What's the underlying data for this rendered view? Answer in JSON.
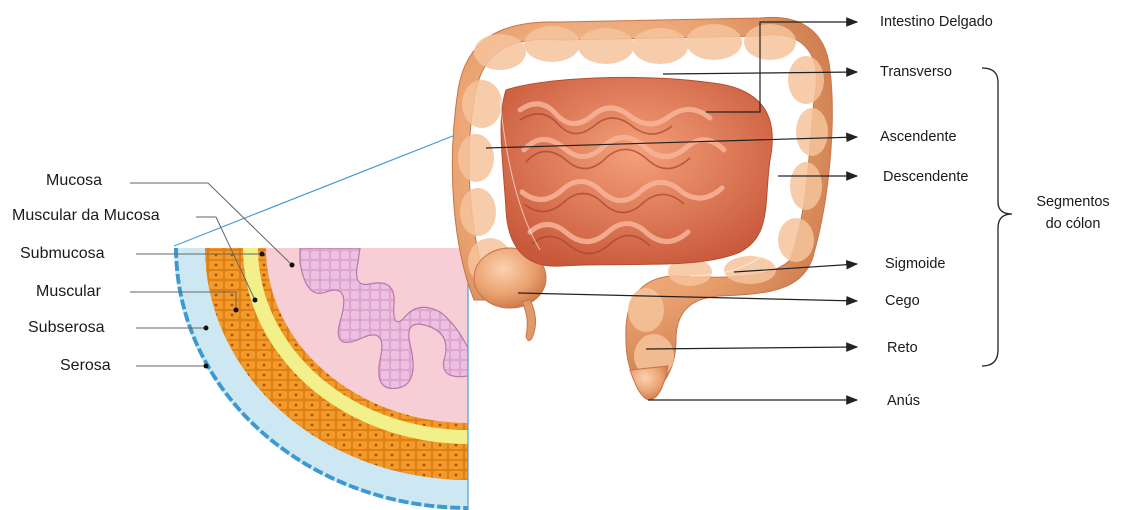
{
  "wall_layers": {
    "labels": [
      {
        "id": "mucosa",
        "text": "Mucosa"
      },
      {
        "id": "muscular-da-mucosa",
        "text": "Muscular da Mucosa"
      },
      {
        "id": "submucosa",
        "text": "Submucosa"
      },
      {
        "id": "muscular",
        "text": "Muscular"
      },
      {
        "id": "subserosa",
        "text": "Subserosa"
      },
      {
        "id": "serosa",
        "text": "Serosa"
      }
    ]
  },
  "intestine": {
    "labels": [
      {
        "id": "intestino-delgado",
        "text": "Intestino Delgado"
      },
      {
        "id": "transverso",
        "text": "Transverso"
      },
      {
        "id": "ascendente",
        "text": "Ascendente"
      },
      {
        "id": "descendente",
        "text": "Descendente"
      },
      {
        "id": "sigmoide",
        "text": "Sigmoide"
      },
      {
        "id": "cego",
        "text": "Cego"
      },
      {
        "id": "reto",
        "text": "Reto"
      },
      {
        "id": "anus",
        "text": "Anús"
      }
    ],
    "group": {
      "line1": "Segmentos",
      "line2": "do cólon"
    }
  },
  "colors": {
    "colon": "#e8a070",
    "colon_dark": "#c8744a",
    "small_intestine": "#e07a55",
    "mucosa_bg": "#f7cdd6",
    "villi": "#d99bc6",
    "submucosa": "#f2f08a",
    "muscular": "#e8891a",
    "subserosa": "#cde8f3",
    "serosa": "#3d9ad0",
    "leader": "#555555",
    "arrow": "#222222",
    "zoom_line": "#4a9fd8"
  }
}
